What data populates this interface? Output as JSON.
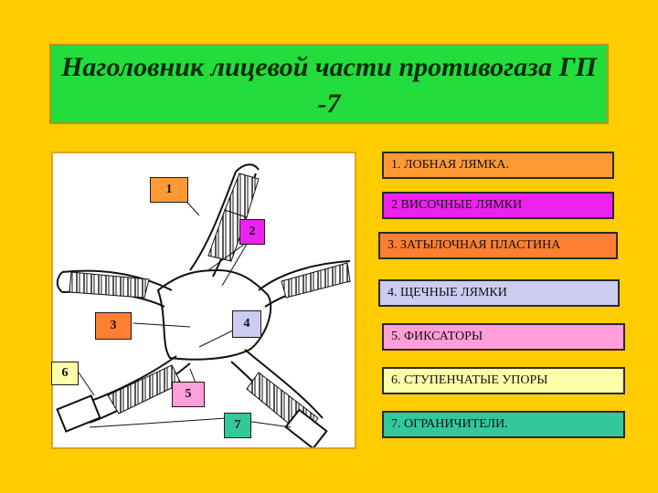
{
  "title": {
    "line1": "Наголовник лицевой части противогаза ГП",
    "line2": "-7"
  },
  "figure": {
    "description_icon": "gas-mask-headgear-diagram",
    "markers": [
      "1",
      "2",
      "3",
      "4",
      "5",
      "6",
      "7"
    ]
  },
  "legend": [
    {
      "text": "1. ЛОБНАЯ ЛЯМКА.",
      "color": "#FF9933"
    },
    {
      "text": "2 ВИСОЧНЫЕ ЛЯМКИ",
      "color": "#EE22EE"
    },
    {
      "text": "3. ЗАТЫЛОЧНАЯ ПЛАСТИНА",
      "color": "#FF7F30"
    },
    {
      "text": "4. ЩЕЧНЫЕ ЛЯМКИ",
      "color": "#CCCCF2"
    },
    {
      "text": "5. ФИКСАТОРЫ",
      "color": "#FF9ED8"
    },
    {
      "text": "6. СТУПЕНЧАТЫЕ УПОРЫ",
      "color": "#FFFFAA"
    },
    {
      "text": "7. ОГРАНИЧИТЕЛИ.",
      "color": "#33C89A"
    }
  ],
  "colors": {
    "background": "#FFCC00",
    "title_bg": "#22DD3C",
    "marker_1": "#FF9933",
    "marker_2": "#EE22EE",
    "marker_3": "#FF7F30",
    "marker_4": "#CCCCF2",
    "marker_5": "#FF9ED8",
    "marker_6": "#FFFFAA",
    "marker_7": "#33C89A"
  }
}
